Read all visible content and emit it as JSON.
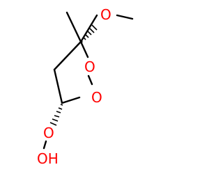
{
  "molecule": {
    "atoms": {
      "ring_o1": "O",
      "ring_o2": "O",
      "methoxy_o": "O",
      "peroxy_o": "O",
      "hydroxyl": "OH"
    },
    "colors": {
      "oxygen": "#ff0000",
      "bond": "#000000"
    }
  }
}
